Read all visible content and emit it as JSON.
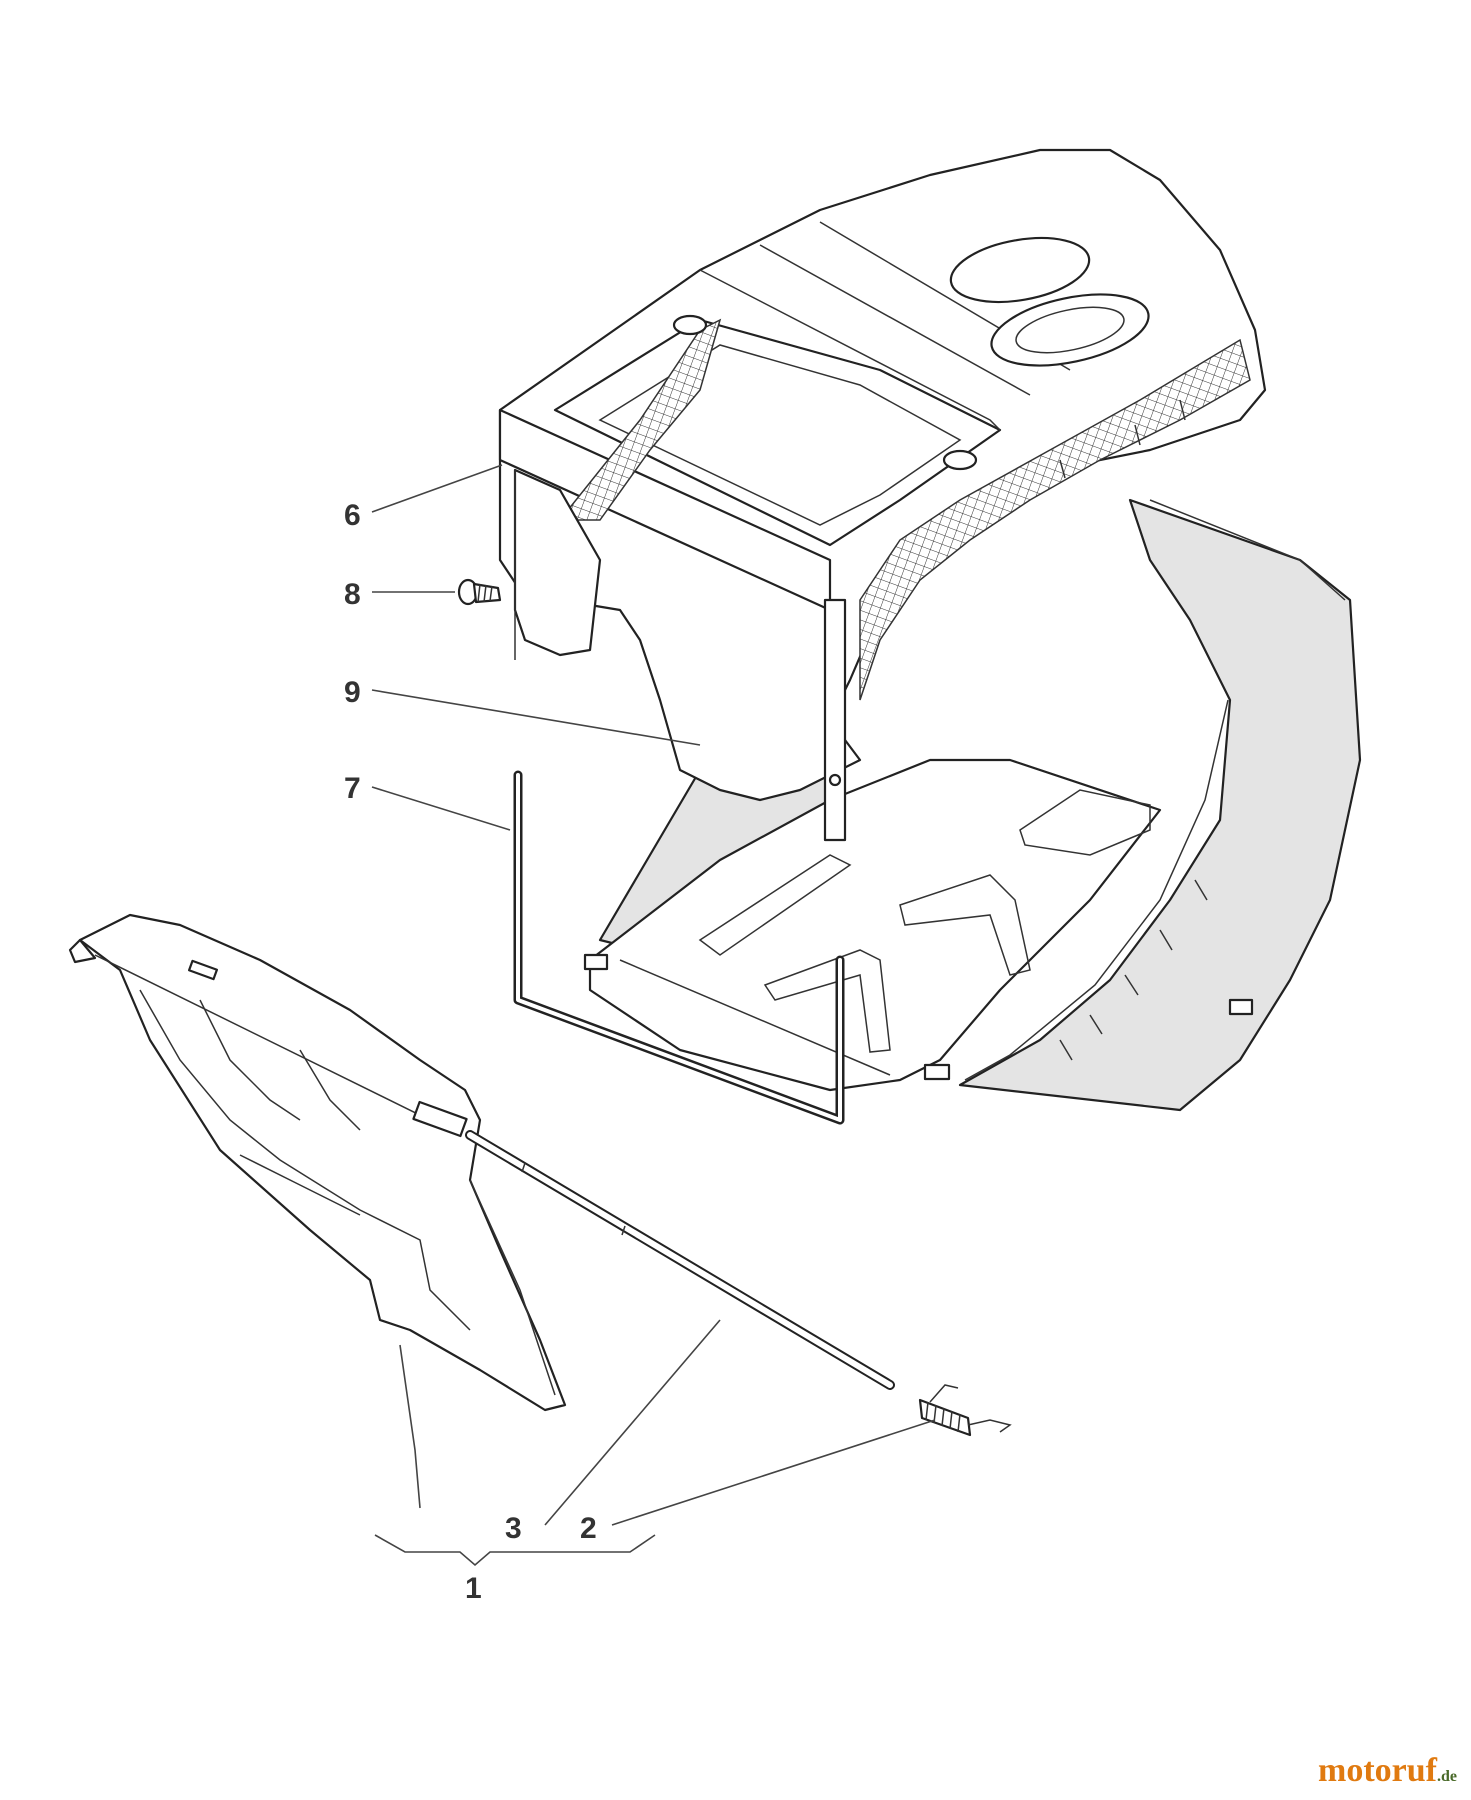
{
  "diagram": {
    "labels": {
      "part_1": "1",
      "part_2": "2",
      "part_3": "3",
      "part_6": "6",
      "part_7": "7",
      "part_8": "8",
      "part_9": "9"
    }
  },
  "watermark": {
    "main": "motoruf",
    "tld": ".de"
  },
  "colors": {
    "line": "#222222",
    "bag_fill": "#e4e4e4",
    "watermark_orange": "#e07a10",
    "watermark_green": "#4a6a2a"
  }
}
